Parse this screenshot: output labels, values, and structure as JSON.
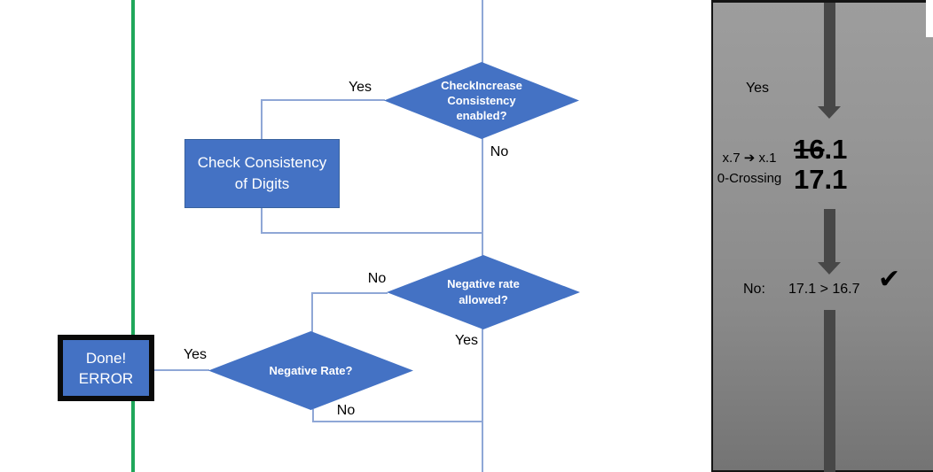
{
  "colors": {
    "shape_blue": "#4472C4",
    "connector_blue": "#8FA7D6",
    "green_line": "#1FA75A",
    "panel_gray_top": "#9D9D9D",
    "panel_gray_bottom": "#747474",
    "arrow_gray": "#474747"
  },
  "flowchart": {
    "decision_top": {
      "text": "CheckIncrease\nConsistency\nenabled?"
    },
    "process_box": {
      "text": "Check Consistency\nof Digits"
    },
    "decision_mid": {
      "text": "Negative rate\nallowed?"
    },
    "decision_bottom": {
      "text": "Negative Rate?"
    },
    "terminal_box": {
      "text": "Done!\nERROR"
    },
    "labels": {
      "yes_top": "Yes",
      "no_top": "No",
      "no_mid": "No",
      "yes_mid": "Yes",
      "yes_bottom": "Yes",
      "no_bottom": "No"
    }
  },
  "panel": {
    "yes_label": "Yes",
    "rule_text": "x.7 ➔ x.1\n0-Crossing",
    "old_value_struck": "16",
    "old_value_rest": ".1",
    "new_value": "17.1",
    "no_label": "No:",
    "comparison": "17.1 > 16.7",
    "check_icon": "✔"
  }
}
